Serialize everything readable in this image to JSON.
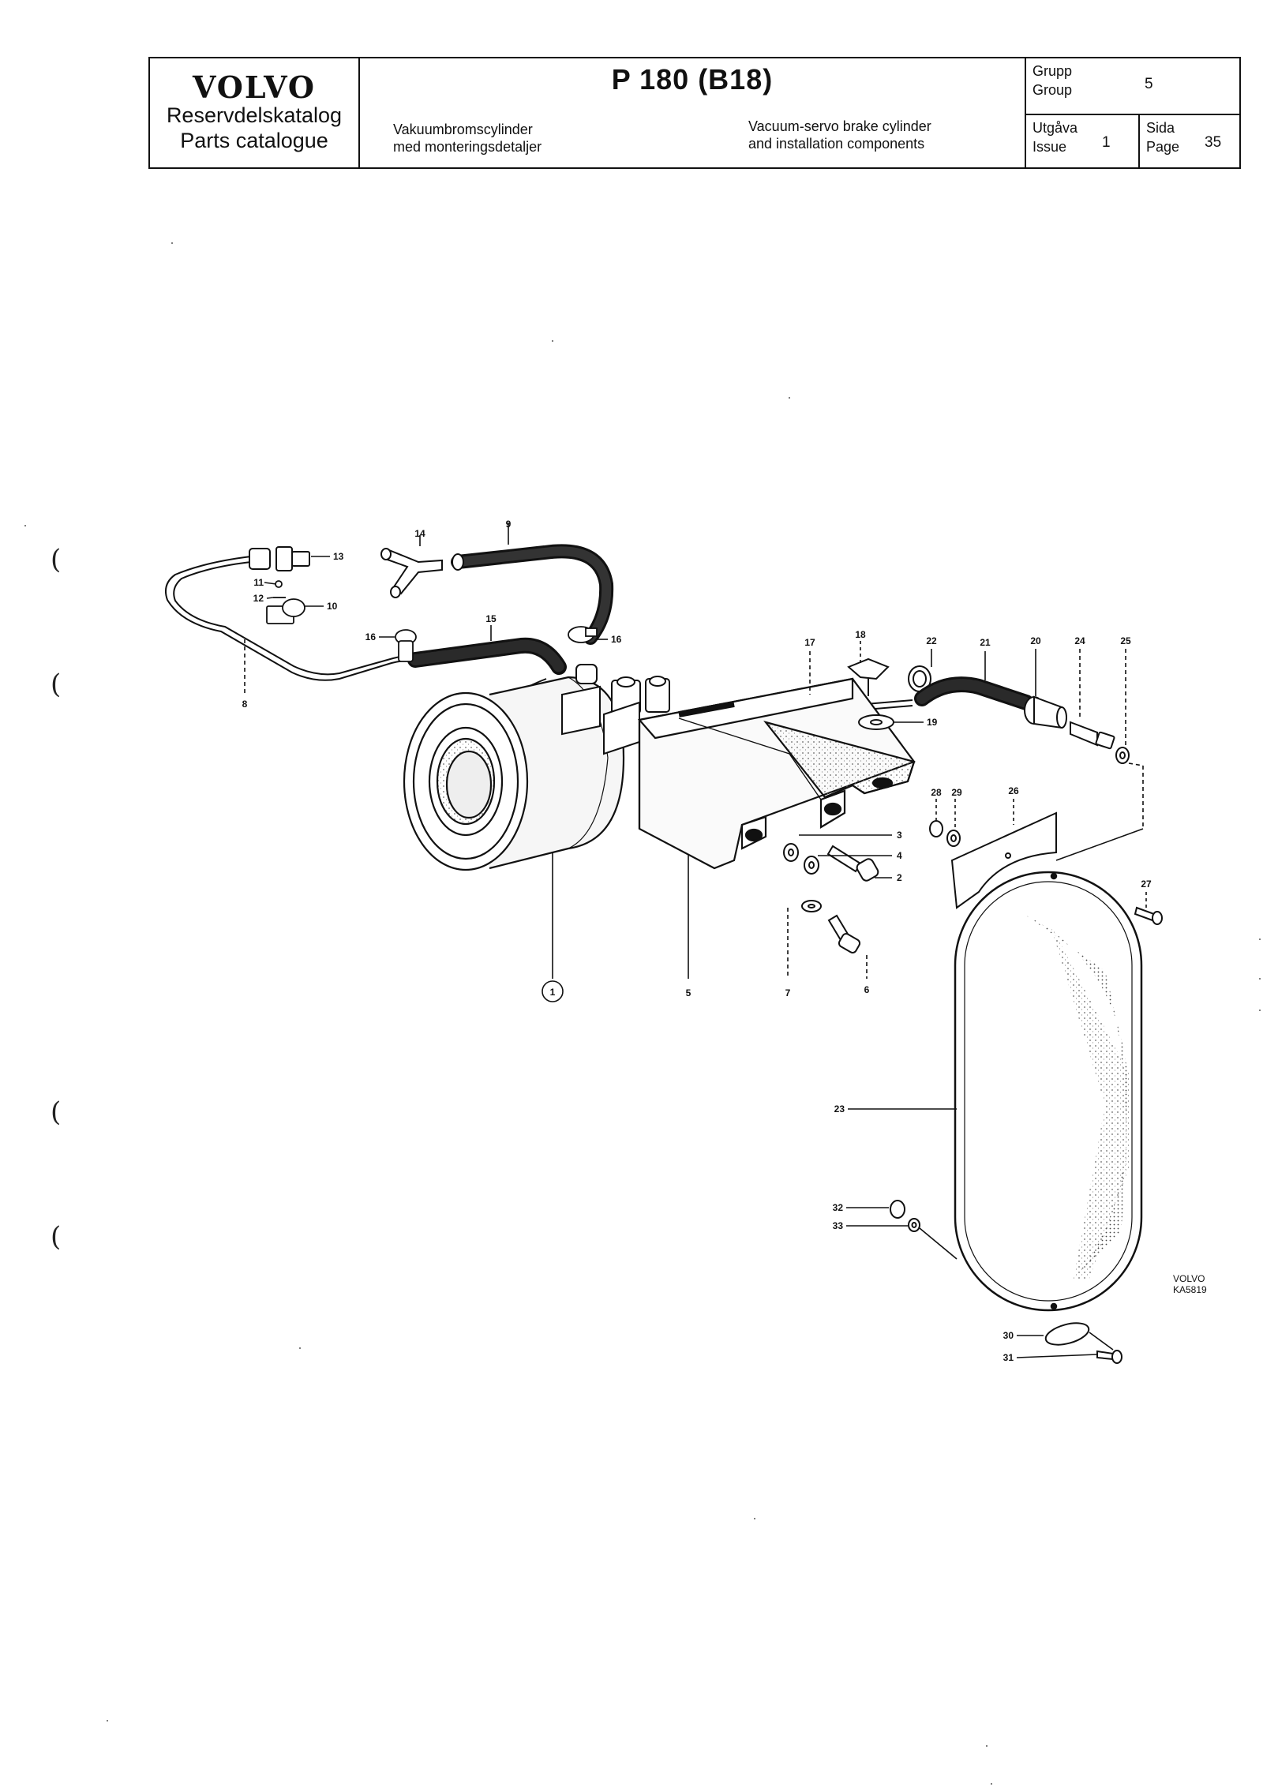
{
  "header": {
    "brand": "VOLVO",
    "catalog_sv": "Reservdelskatalog",
    "catalog_en": "Parts catalogue",
    "model": "P 180 (B18)",
    "desc_sv_1": "Vakuumbromscylinder",
    "desc_sv_2": "med monteringsdetaljer",
    "desc_en_1": "Vacuum-servo brake cylinder",
    "desc_en_2": "and installation components",
    "group_label_sv": "Grupp",
    "group_label_en": "Group",
    "group_value": "5",
    "issue_label_sv": "Utgåva",
    "issue_label_en": "Issue",
    "issue_value": "1",
    "page_label_sv": "Sida",
    "page_label_en": "Page",
    "page_value": "35"
  },
  "diagram": {
    "callouts": {
      "c1": "1",
      "c2": "2",
      "c3": "3",
      "c4": "4",
      "c5": "5",
      "c6": "6",
      "c7": "7",
      "c8": "8",
      "c9": "9",
      "c10": "10",
      "c11": "11",
      "c12": "12",
      "c13": "13",
      "c14": "14",
      "c15": "15",
      "c16a": "16",
      "c16b": "16",
      "c17": "17",
      "c18": "18",
      "c19": "19",
      "c20": "20",
      "c21": "21",
      "c22": "22",
      "c23": "23",
      "c24": "24",
      "c25": "25",
      "c26": "26",
      "c27": "27",
      "c28": "28",
      "c29": "29",
      "c30": "30",
      "c31": "31",
      "c32": "32",
      "c33": "33"
    },
    "ref_line1": "VOLVO",
    "ref_line2": "KA5819"
  }
}
